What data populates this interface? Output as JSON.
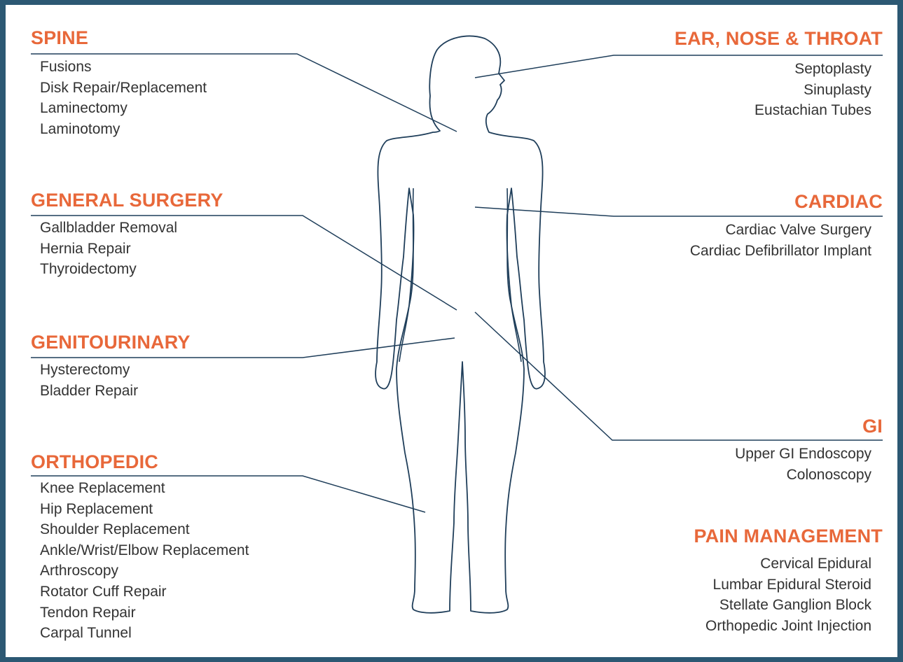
{
  "sections": {
    "spine": {
      "title": "SPINE",
      "items": [
        "Fusions",
        "Disk Repair/Replacement",
        "Laminectomy",
        "Laminotomy"
      ]
    },
    "general_surgery": {
      "title": "GENERAL SURGERY",
      "items": [
        "Gallbladder Removal",
        "Hernia Repair",
        "Thyroidectomy"
      ]
    },
    "genitourinary": {
      "title": "GENITOURINARY",
      "items": [
        "Hysterectomy",
        "Bladder Repair"
      ]
    },
    "orthopedic": {
      "title": "ORTHOPEDIC",
      "items": [
        "Knee Replacement",
        "Hip Replacement",
        "Shoulder Replacement",
        "Ankle/Wrist/Elbow Replacement",
        "Arthroscopy",
        "Rotator Cuff Repair",
        "Tendon Repair",
        "Carpal Tunnel"
      ]
    },
    "ent": {
      "title": "EAR, NOSE & THROAT",
      "items": [
        "Septoplasty",
        "Sinuplasty",
        "Eustachian Tubes"
      ]
    },
    "cardiac": {
      "title": "CARDIAC",
      "items": [
        "Cardiac Valve Surgery",
        "Cardiac Defibrillator Implant"
      ]
    },
    "gi": {
      "title": "GI",
      "items": [
        "Upper GI Endoscopy",
        "Colonoscopy"
      ]
    },
    "pain_management": {
      "title": "PAIN MANAGEMENT",
      "items": [
        "Cervical Epidural",
        "Lumbar Epidural Steroid",
        "Stellate Ganglion Block",
        "Orthopedic Joint Injection"
      ]
    }
  },
  "colors": {
    "heading": "#e8683a",
    "text": "#333333",
    "line": "#1f3e5a",
    "border": "#2c5873"
  }
}
